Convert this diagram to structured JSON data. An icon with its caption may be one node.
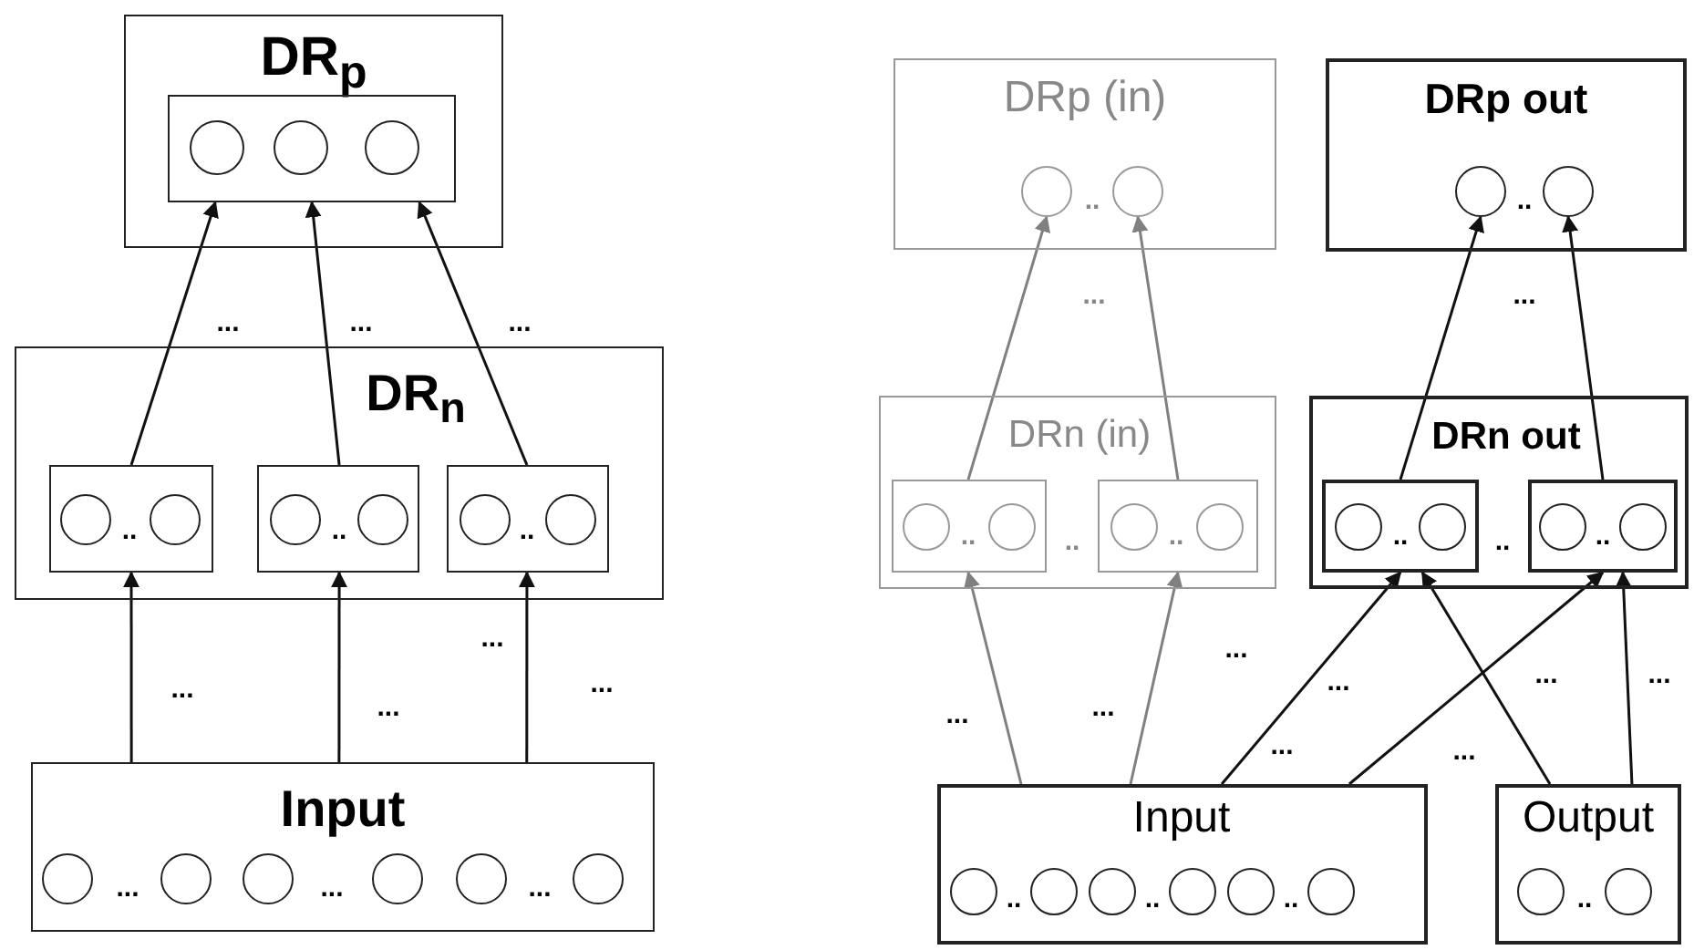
{
  "diagram": {
    "nodes": [
      {
        "text": [
          "DR$_{p}$"
        ]
      },
      {
        "text": [],
        "shape": "box",
        "in": 0
      },
      {
        "text": [],
        "shape": "circle",
        "in": 1
      },
      {
        "text": [],
        "shape": "circle",
        "in": 1
      },
      {
        "text": [],
        "shape": "circle",
        "in": 1
      },
      {
        "text": [
          "DR$_{n}$"
        ]
      },
      {
        "text": [],
        "shape": "box",
        "in": 5
      },
      {
        "text": [],
        "shape": "circle",
        "in": 6
      },
      {
        "text": [],
        "shape": "circle",
        "in": 6
      },
      {
        "text": [],
        "shape": "box",
        "in": 5
      },
      {
        "text": [],
        "shape": "circle",
        "in": 9
      },
      {
        "text": [],
        "shape": "circle",
        "in": 9
      },
      {
        "text": [],
        "shape": "box",
        "in": 5
      },
      {
        "text": [],
        "shape": "circle",
        "in": 12
      },
      {
        "text": [],
        "shape": "circle",
        "in": 12
      },
      {
        "text": [
          "Input"
        ]
      },
      {
        "text": [],
        "shape": "circle",
        "in": 15
      },
      {
        "text": [],
        "shape": "circle",
        "in": 15
      },
      {
        "text": [],
        "shape": "circle",
        "in": 15
      },
      {
        "text": [],
        "shape": "circle",
        "in": 15
      },
      {
        "text": [],
        "shape": "circle",
        "in": 15
      },
      {
        "text": [],
        "shape": "circle",
        "in": 15
      },
      {
        "text": [
          "DRp (in)"
        ]
      },
      {
        "text": [],
        "shape": "circle",
        "in": 22
      },
      {
        "text": [],
        "shape": "circle",
        "in": 22
      },
      {
        "text": [
          "DRp out"
        ]
      },
      {
        "text": [],
        "shape": "circle",
        "in": 25
      },
      {
        "text": [],
        "shape": "circle",
        "in": 25
      },
      {
        "text": [
          "DRn (in)"
        ]
      },
      {
        "text": [],
        "shape": "box",
        "in": 28
      },
      {
        "text": [],
        "shape": "circle",
        "in": 29
      },
      {
        "text": [],
        "shape": "circle",
        "in": 29
      },
      {
        "text": [],
        "shape": "box",
        "in": 28
      },
      {
        "text": [],
        "shape": "circle",
        "in": 32
      },
      {
        "text": [],
        "shape": "circle",
        "in": 32
      },
      {
        "text": [
          "DRn out"
        ]
      },
      {
        "text": [],
        "shape": "box",
        "in": 35
      },
      {
        "text": [],
        "shape": "circle",
        "in": 36
      },
      {
        "text": [],
        "shape": "circle",
        "in": 36
      },
      {
        "text": [],
        "shape": "box",
        "in": 35
      },
      {
        "text": [],
        "shape": "circle",
        "in": 39
      },
      {
        "text": [],
        "shape": "circle",
        "in": 39
      },
      {
        "text": [
          "Input"
        ]
      },
      {
        "text": [],
        "shape": "circle",
        "in": 42
      },
      {
        "text": [],
        "shape": "circle",
        "in": 42
      },
      {
        "text": [],
        "shape": "circle",
        "in": 42
      },
      {
        "text": [],
        "shape": "circle",
        "in": 42
      },
      {
        "text": [],
        "shape": "circle",
        "in": 42
      },
      {
        "text": [],
        "shape": "circle",
        "in": 42
      },
      {
        "text": [
          "Output"
        ]
      },
      {
        "text": [],
        "shape": "circle",
        "in": 49
      },
      {
        "text": [],
        "shape": "circle",
        "in": 49
      }
    ],
    "edges": [
      {
        "from": 15,
        "to": 6,
        "arrow": "to"
      },
      {
        "from": 15,
        "to": 9,
        "arrow": "to"
      },
      {
        "from": 15,
        "to": 12,
        "arrow": "to"
      },
      {
        "from": 6,
        "to": 1,
        "arrow": "to"
      },
      {
        "from": 9,
        "to": 1,
        "arrow": "to"
      },
      {
        "from": 12,
        "to": 1,
        "arrow": "to"
      },
      {
        "from": 42,
        "to": 29,
        "arrow": "to",
        "color": "#808080"
      },
      {
        "from": 42,
        "to": 32,
        "arrow": "to",
        "color": "#808080"
      },
      {
        "from": 29,
        "to": 23,
        "arrow": "to",
        "color": "#808080"
      },
      {
        "from": 32,
        "to": 24,
        "arrow": "to",
        "color": "#808080"
      },
      {
        "from": 42,
        "to": 36,
        "arrow": "to"
      },
      {
        "from": 42,
        "to": 39,
        "arrow": "to"
      },
      {
        "from": 49,
        "to": 36,
        "arrow": "to"
      },
      {
        "from": 49,
        "to": 39,
        "arrow": "to"
      },
      {
        "from": 36,
        "to": 26,
        "arrow": "to"
      },
      {
        "from": 39,
        "to": 27,
        "arrow": "to"
      }
    ],
    "labels": [
      "...",
      "...",
      "...",
      "..",
      "..",
      "..",
      "...",
      "...",
      "...",
      "...",
      "...",
      "...",
      "...",
      "..",
      "..",
      "...",
      "...",
      "..",
      "..",
      "..",
      "..",
      "..",
      "..",
      "...",
      "...",
      "...",
      "...",
      "...",
      "...",
      "...",
      "...",
      "..",
      "..",
      "..",
      ".."
    ]
  }
}
